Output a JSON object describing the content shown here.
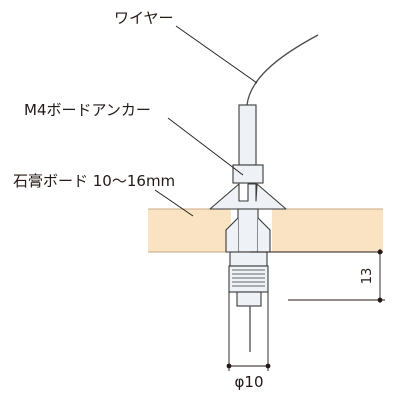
{
  "labels": {
    "wire": "ワイヤー",
    "anchor": "M4ボードアンカー",
    "board": "石膏ボード 10～16mm",
    "height_dim": "13",
    "diameter_dim": "φ10"
  },
  "colors": {
    "board_fill": "#f9e3c3",
    "board_edge": "#c8aa86",
    "part_fill": "#eef1f5",
    "part_line": "#3a3a3a",
    "leader": "#231815"
  }
}
